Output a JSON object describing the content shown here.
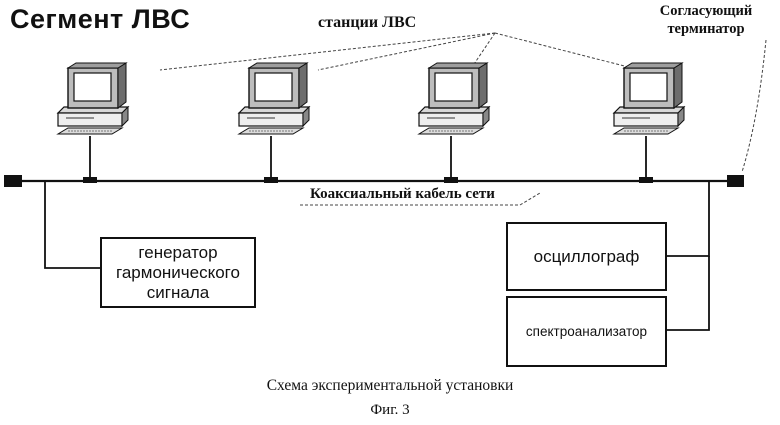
{
  "diagram": {
    "title": "Сегмент ЛВС",
    "stations_label": "станции ЛВС",
    "terminator_label_line1": "Согласующий",
    "terminator_label_line2": "терминатор",
    "cable_label": "Коаксиальный кабель сети",
    "generator_line1": "генератор",
    "generator_line2": "гармонического",
    "generator_line3": "сигнала",
    "oscilloscope_label": "осциллограф",
    "spectrum_analyzer_label": "спектроанализатор",
    "caption": "Схема экспериментальной установки",
    "figure_number": "Фиг. 3",
    "station_count": 4,
    "icons": [
      "computer-station-icon",
      "terminator-icon",
      "t-connector-icon"
    ]
  }
}
